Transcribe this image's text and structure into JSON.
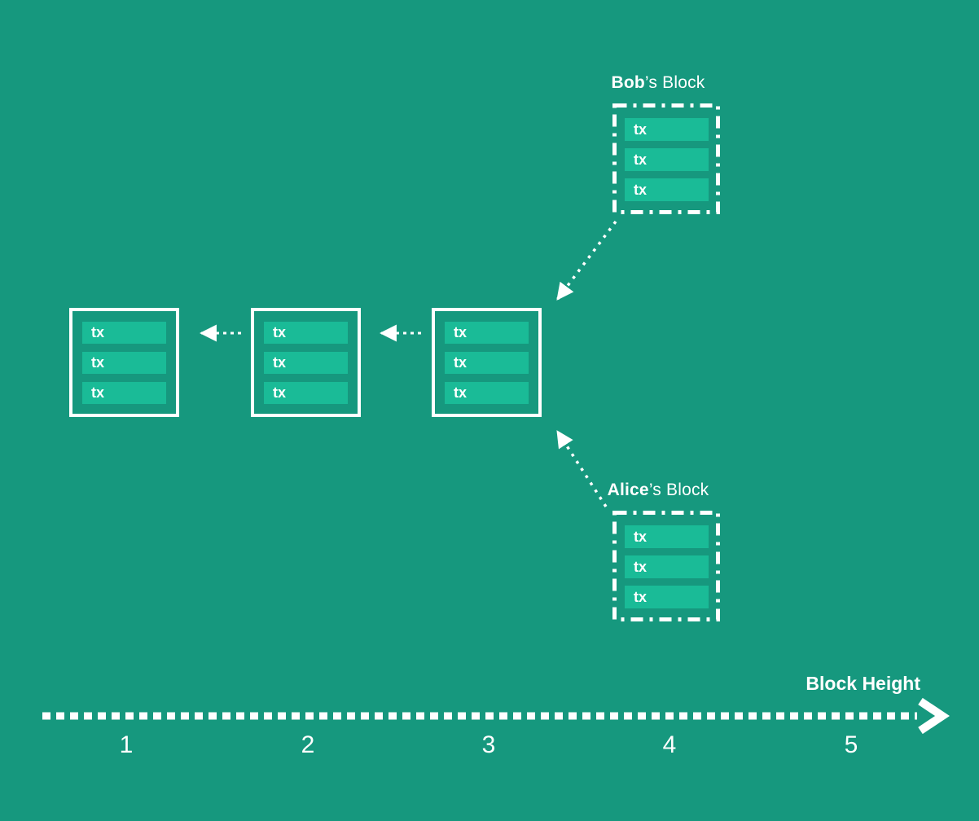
{
  "colors": {
    "background": "#16987E",
    "tx_bar": "#1ABB97",
    "stroke": "#FFFFFF"
  },
  "diagram": {
    "tx_label": "tx",
    "bob": {
      "owner": "Bob",
      "suffix": "’s Block"
    },
    "alice": {
      "owner": "Alice",
      "suffix": "’s Block"
    }
  },
  "axis": {
    "title": "Block Height",
    "ticks": [
      "1",
      "2",
      "3",
      "4",
      "5"
    ]
  }
}
